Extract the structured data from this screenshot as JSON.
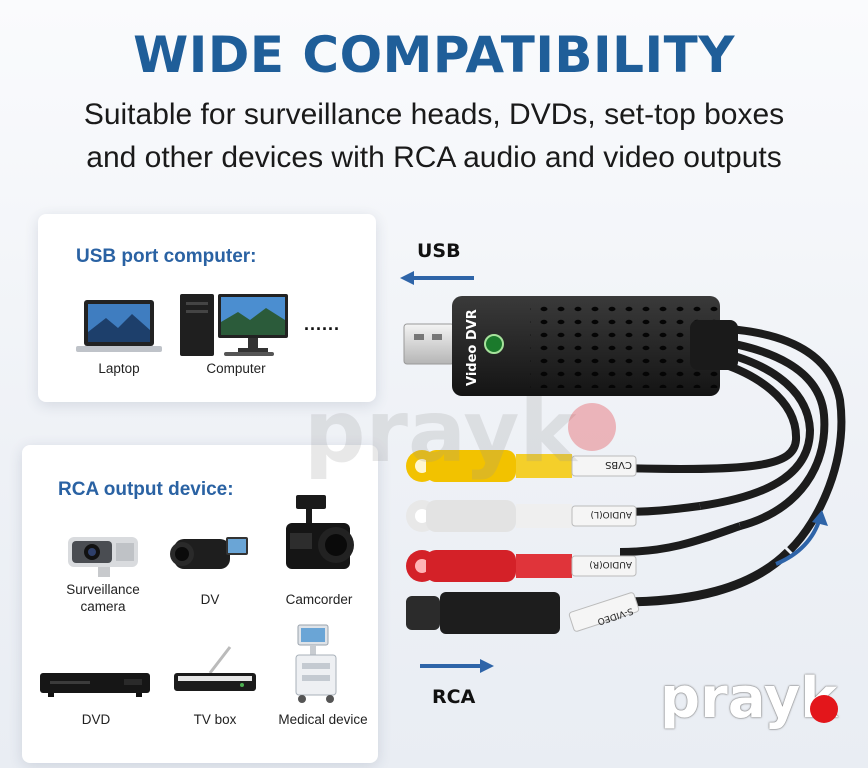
{
  "headline": "WIDE COMPATIBILITY",
  "subtitle_line1": "Suitable for surveillance heads, DVDs, set-top boxes",
  "subtitle_line2": "and other devices with RCA audio and video outputs",
  "usb_card": {
    "title": "USB port computer:",
    "devices": [
      {
        "label": "Laptop",
        "icon": "laptop-icon"
      },
      {
        "label": "Computer",
        "icon": "desktop-computer-icon"
      }
    ],
    "more": "......"
  },
  "rca_card": {
    "title": "RCA output device:",
    "devices": [
      {
        "label_line1": "Surveillance",
        "label_line2": "camera",
        "icon": "surveillance-camera-icon"
      },
      {
        "label": "DV",
        "icon": "dv-camera-icon"
      },
      {
        "label": "Camcorder",
        "icon": "camcorder-icon"
      },
      {
        "label": "DVD",
        "icon": "dvd-player-icon"
      },
      {
        "label": "TV box",
        "icon": "tv-box-icon"
      },
      {
        "label": "Medical device",
        "icon": "medical-device-icon"
      }
    ]
  },
  "arrows": {
    "usb_label": "USB",
    "rca_label": "RCA"
  },
  "capture_device": {
    "body_label": "Video DVR",
    "connectors": [
      "CVBS",
      "AUDIO(L)",
      "AUDIO(R)",
      "S-VIDEO"
    ]
  },
  "watermark": "prayk",
  "colors": {
    "headline": "#1f5e99",
    "card_title": "#2a62a3",
    "arrow": "#2e64a8",
    "rca_yellow": "#f2c200",
    "rca_white": "#e8e8e8",
    "rca_red": "#d42128",
    "watermark_dot": "#e3161b"
  }
}
